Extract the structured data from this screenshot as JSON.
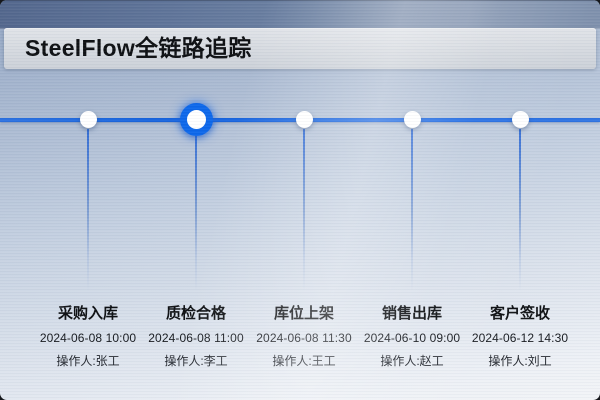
{
  "header": {
    "title": "SteelFlow全链路追踪"
  },
  "colors": {
    "accent_blue": "#1663dd",
    "active_ring": "#0b66ea",
    "node_fill": "#ffffff",
    "header_band": "#d5d9df",
    "metal_top": "#5e7398",
    "background_bottom": "#f2f4f7"
  },
  "timeline": {
    "stages": [
      {
        "name": "采购入库",
        "datetime": "2024-06-08 10:00",
        "operator": "操作人:张工",
        "active": false
      },
      {
        "name": "质检合格",
        "datetime": "2024-06-08 11:00",
        "operator": "操作人:李工",
        "active": true
      },
      {
        "name": "库位上架",
        "datetime": "2024-06-08 11:30",
        "operator": "操作人:王工",
        "active": false
      },
      {
        "name": "销售出库",
        "datetime": "2024-06-10 09:00",
        "operator": "操作人:赵工",
        "active": false
      },
      {
        "name": "客户签收",
        "datetime": "2024-06-12 14:30",
        "operator": "操作人:刘工",
        "active": false
      }
    ]
  }
}
